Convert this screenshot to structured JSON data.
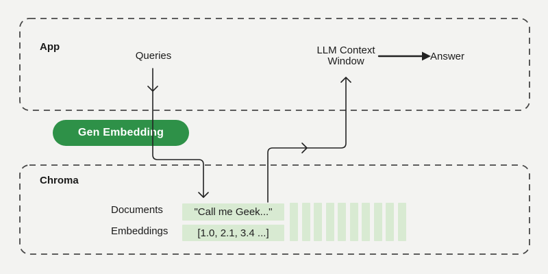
{
  "app_section": {
    "label": "App"
  },
  "chroma_section": {
    "label": "Chroma",
    "rows": [
      {
        "label": "Documents",
        "value": "\"Call me Geek...\""
      },
      {
        "label": "Embeddings",
        "value": "[1.0, 2.1, 3.4 ...]"
      }
    ],
    "vector_stripes": {
      "count": 10
    }
  },
  "nodes": {
    "queries": {
      "label": "Queries"
    },
    "gen_embedding": {
      "label": "Gen Embedding"
    },
    "llm_context_window": {
      "label": "LLM Context Window"
    },
    "answer": {
      "label": "Answer"
    }
  },
  "edges": [
    {
      "from": "queries",
      "through": "gen_embedding",
      "to": "documents",
      "style": "thin-chevron"
    },
    {
      "from": "documents",
      "to": "llm_context_window",
      "style": "thin-chevron"
    },
    {
      "from": "llm_context_window",
      "to": "answer",
      "style": "bold-filled"
    }
  ],
  "colors": {
    "background": "#f3f3f1",
    "dashed_border": "#474747",
    "accent_green": "#2e9148",
    "light_green": "#d8ead2",
    "line": "#222222",
    "text": "#1a1a1a"
  }
}
